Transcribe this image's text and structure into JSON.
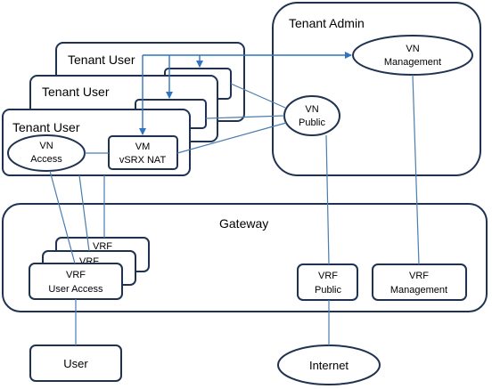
{
  "tenant_admin": {
    "title": "Tenant Admin"
  },
  "vn_management": {
    "line1": "VN",
    "line2": "Management"
  },
  "vn_public": {
    "line1": "VN",
    "line2": "Public"
  },
  "tenant_users": [
    {
      "title": "Tenant User"
    },
    {
      "title": "Tenant User"
    },
    {
      "title": "Tenant User"
    }
  ],
  "vn_access": {
    "line1": "VN",
    "line2": "Access"
  },
  "vm_vsrx": {
    "line1": "VM",
    "line2": "vSRX NAT"
  },
  "gateway": {
    "title": "Gateway"
  },
  "vrf_stack": [
    {
      "label": "VRF"
    },
    {
      "label": "VRF"
    }
  ],
  "vrf_user_access": {
    "line1": "VRF",
    "line2": "User Access"
  },
  "vrf_public": {
    "line1": "VRF",
    "line2": "Public"
  },
  "vrf_management": {
    "line1": "VRF",
    "line2": "Management"
  },
  "user": {
    "label": "User"
  },
  "internet": {
    "label": "Internet"
  },
  "colors": {
    "stroke": "#1f3350",
    "link": "#4a7db0",
    "arrow": "#2e74c0"
  }
}
